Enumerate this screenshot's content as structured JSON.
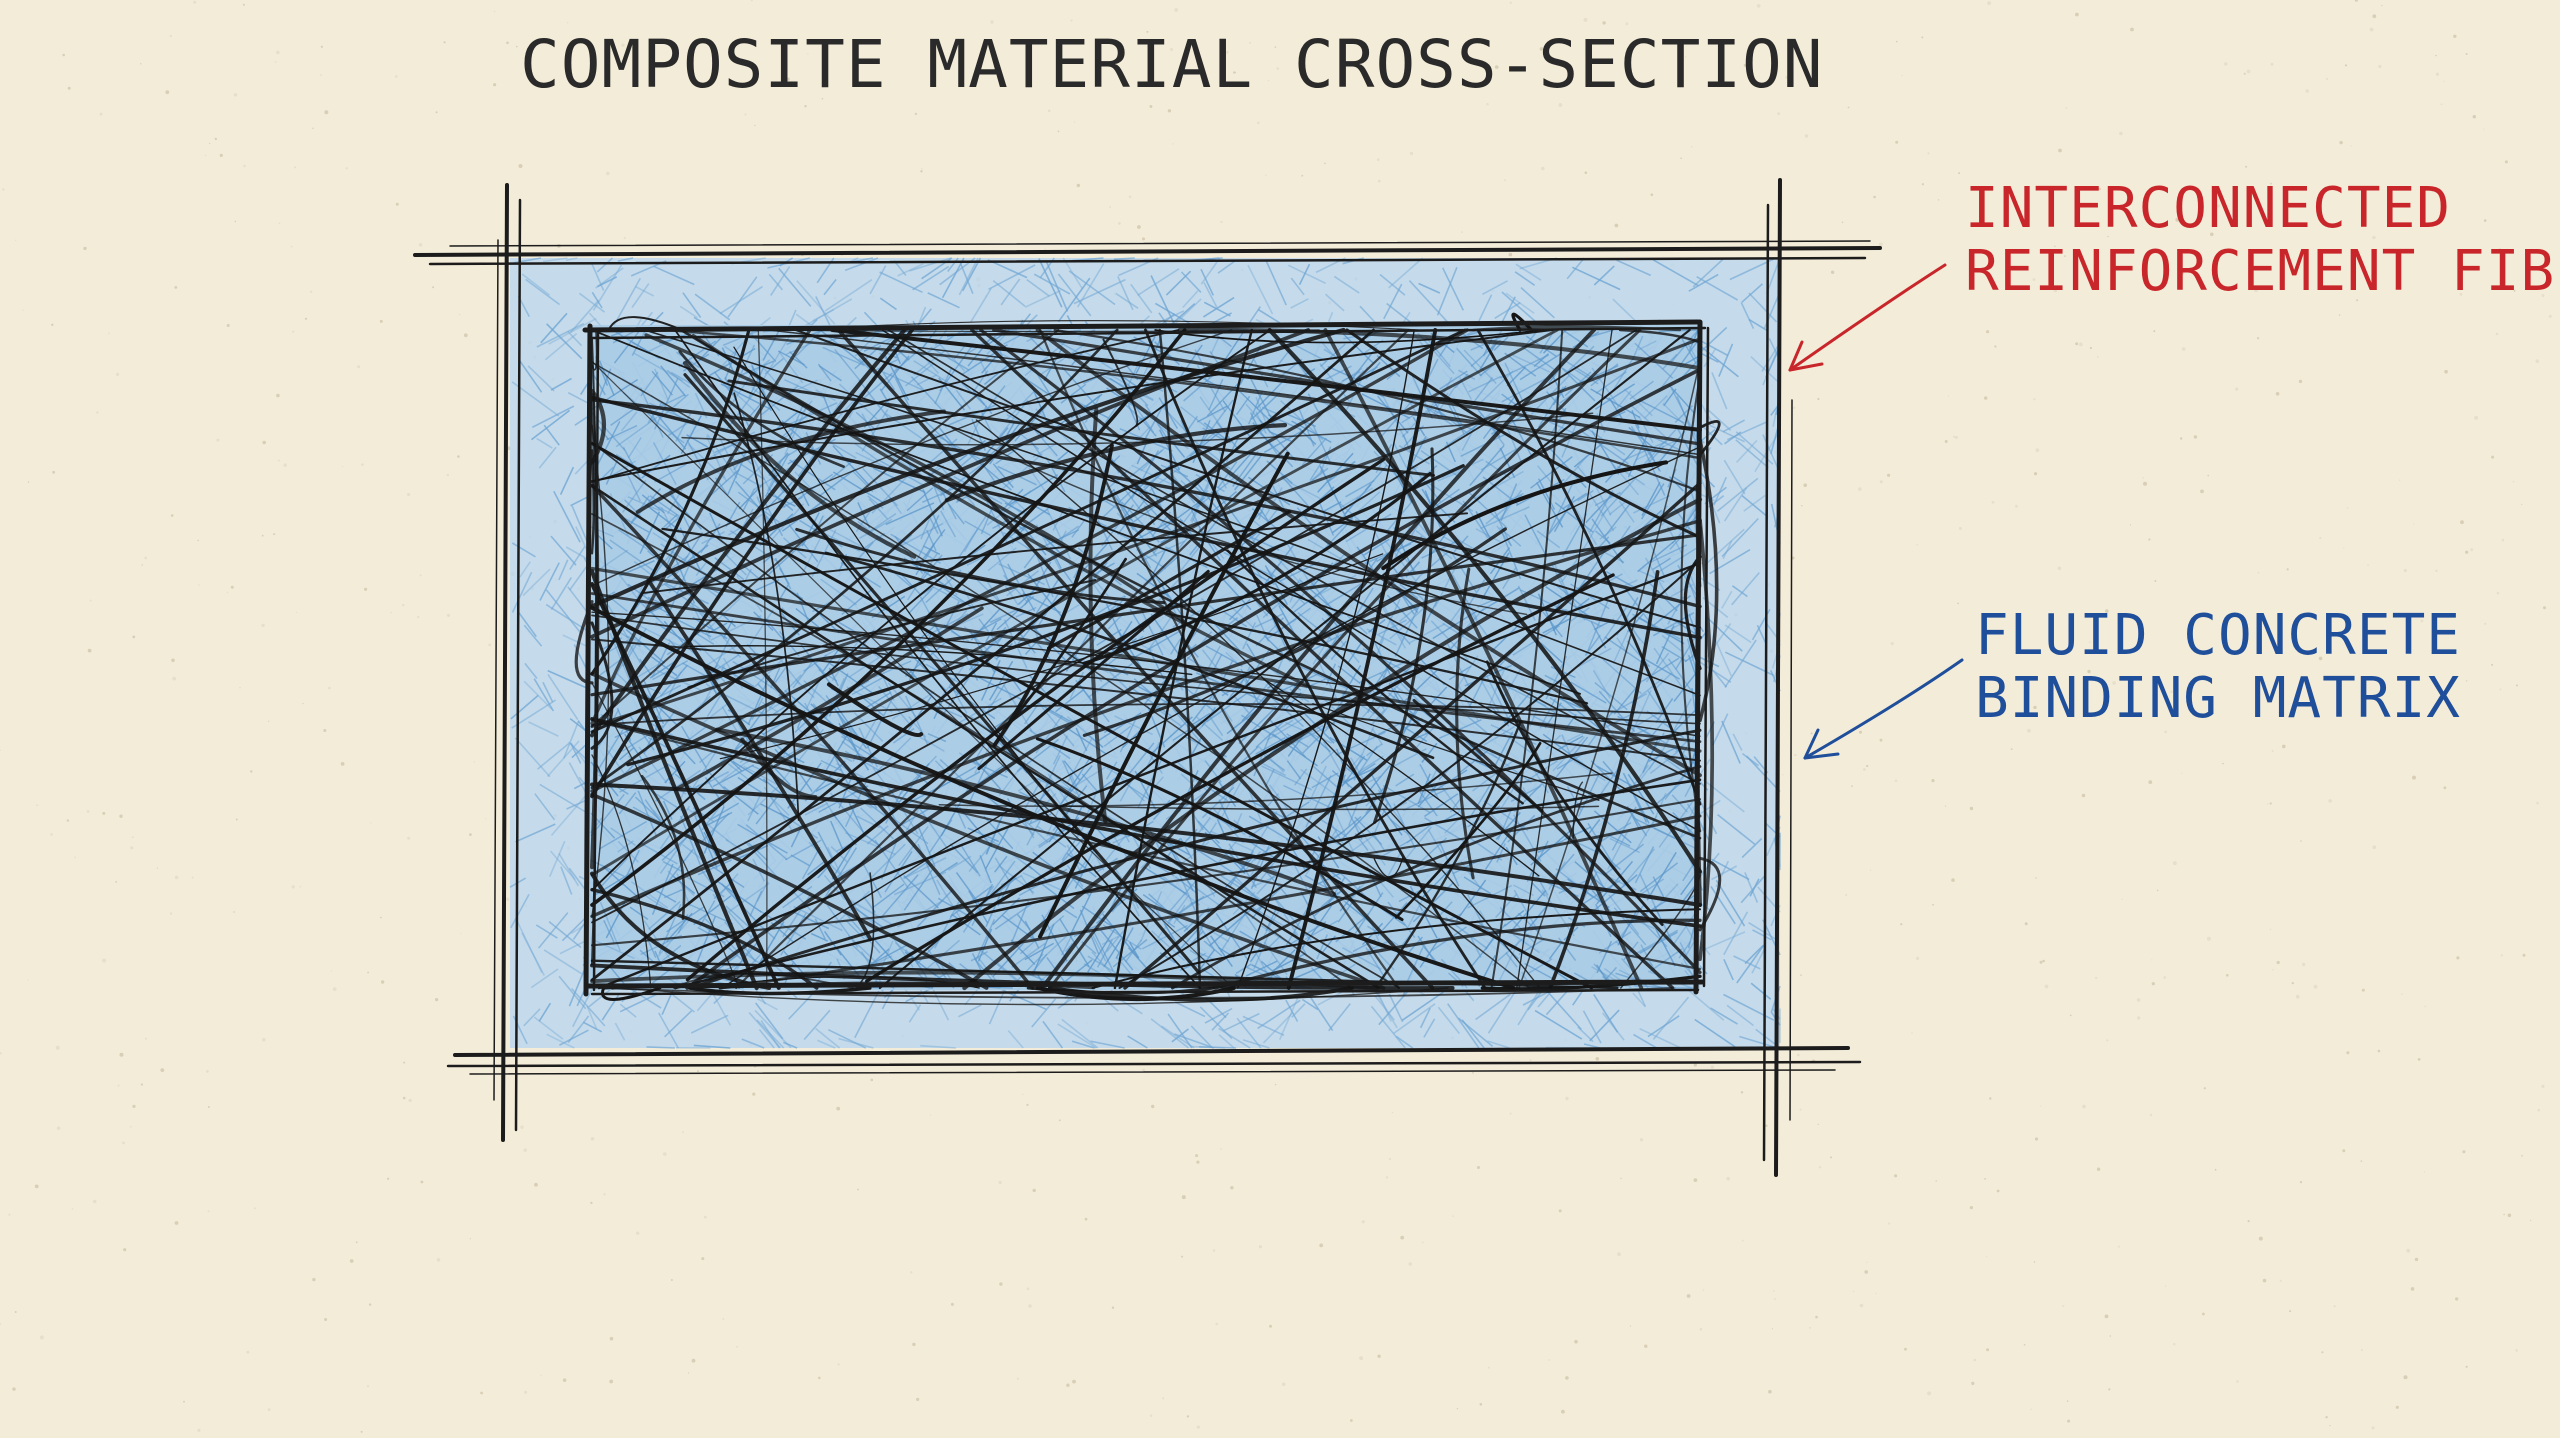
{
  "title": "COMPOSITE  MATERIAL CROSS-SECTION",
  "labels": {
    "fibers": {
      "line1": "INTERCONNECTED",
      "line2": "REINFORCEMENT FIBERS",
      "color": "#c8262a"
    },
    "matrix": {
      "line1": "FLUID CONCRETE",
      "line2": "BINDING MATRIX",
      "color": "#1f4e9a"
    }
  },
  "colors": {
    "paper": "#f3ecd9",
    "ink": "#1c1c1c",
    "matrix_fill": "#a9cbe6"
  }
}
